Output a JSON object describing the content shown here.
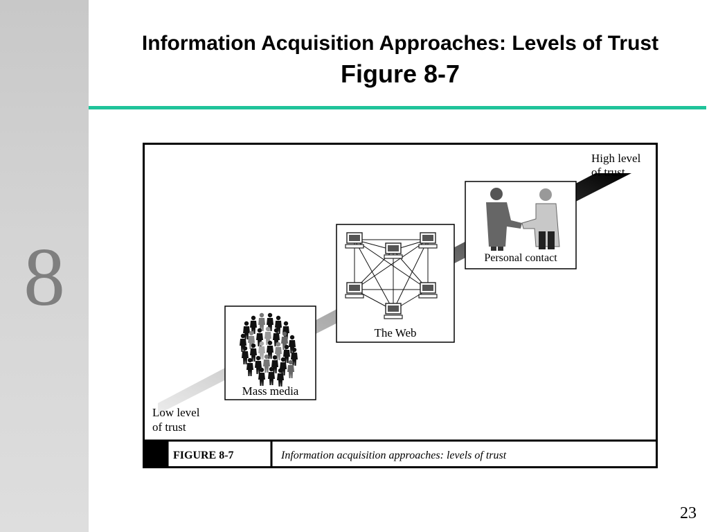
{
  "slide": {
    "chapter_number": "8",
    "title": "Information Acquisition Approaches:  Levels of Trust",
    "subtitle": "Figure 8-7",
    "page_number": "23",
    "accent_color": "#1fc39a"
  },
  "figure": {
    "high_label_line1": "High level",
    "high_label_line2": "of trust",
    "low_label_line1": "Low level",
    "low_label_line2": "of trust",
    "boxes": {
      "mass_media": "Mass media",
      "web": "The Web",
      "personal": "Personal contact"
    },
    "caption_label": "FIGURE 8-7",
    "caption_text": "Information acquisition approaches: levels of trust"
  }
}
